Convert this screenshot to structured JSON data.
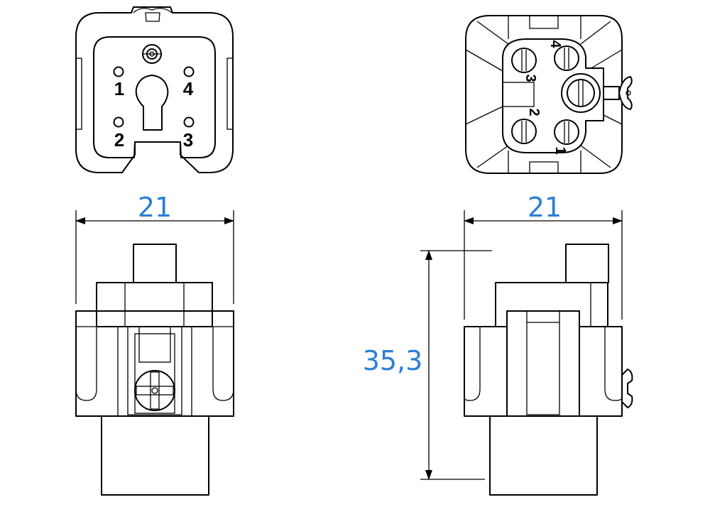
{
  "views": {
    "front": {
      "pin_labels": [
        "1",
        "4",
        "2",
        "3"
      ]
    },
    "rear": {
      "pin_labels": [
        "4",
        "3",
        "2",
        "1"
      ]
    }
  },
  "dimensions": {
    "width_left": "21",
    "width_right": "21",
    "height": "35,3"
  },
  "colors": {
    "line": "#000000",
    "dimension_text": "#2a7fd6"
  }
}
